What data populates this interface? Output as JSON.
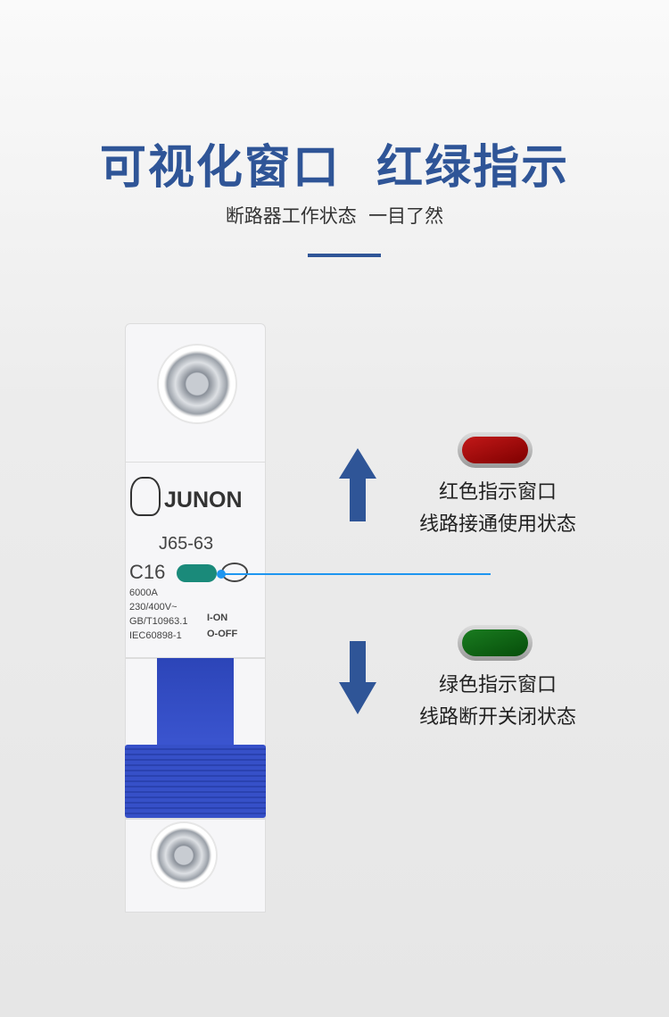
{
  "header": {
    "title": "可视化窗口  红绿指示",
    "subtitle": "断路器工作状态  一目了然"
  },
  "product": {
    "brand": "JUNON",
    "model": "J65-63",
    "rating": "C16",
    "breaking": "6000A",
    "voltage": "230/400V~",
    "std1": "GB/T10963.1",
    "std2": "IEC60898-1",
    "on": "I-ON",
    "off": "O-OFF",
    "indicator_color": "#1a8a7a"
  },
  "red": {
    "line1": "红色指示窗口",
    "line2": "线路接通使用状态",
    "color": "#a81010"
  },
  "green": {
    "line1": "绿色指示窗口",
    "line2": "线路断开关闭状态",
    "color": "#0d6a14"
  },
  "accent": "#2f5597"
}
